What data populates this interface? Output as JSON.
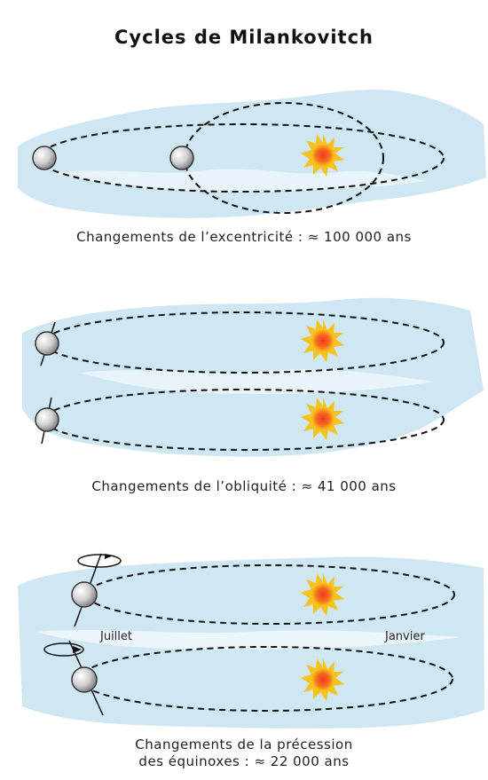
{
  "title": "Cycles de Milankovitch",
  "panels": [
    {
      "caption": "Changements de l’excentricité : ≈ 100 000 ans"
    },
    {
      "caption": "Changements de l’obliquité : ≈ 41 000 ans"
    },
    {
      "caption_line1": "Changements de la précession",
      "caption_line2": "des équinoxes : ≈ 22 000 ans",
      "label_left": "Juillet",
      "label_right": "Janvier"
    }
  ],
  "colors": {
    "sky": "#cfe6f3",
    "sun_outer": "#f7c21b",
    "sun_inner": "#ef4a20",
    "orbit": "#111111",
    "planet": "#d8d8d8"
  }
}
